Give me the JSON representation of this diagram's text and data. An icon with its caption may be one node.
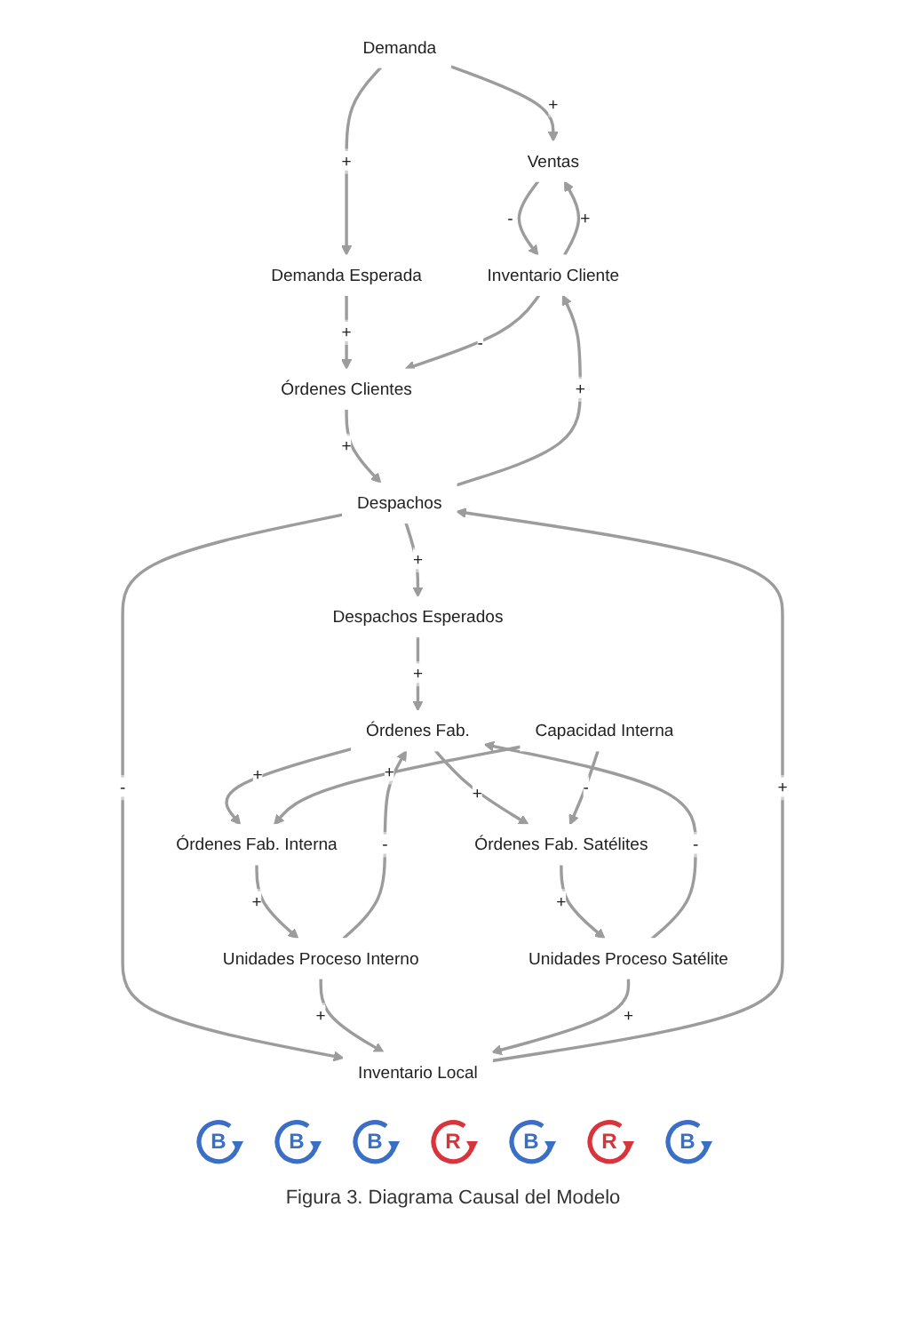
{
  "diagram": {
    "caption": "Figura 3. Diagrama Causal del Modelo",
    "nodes": [
      {
        "text": [
          "Demanda"
        ]
      },
      {
        "text": [
          "Demanda Esperada"
        ]
      },
      {
        "text": [
          "Ventas"
        ]
      },
      {
        "text": [
          "Inventario Cliente"
        ]
      },
      {
        "text": [
          "Órdenes Clientes"
        ]
      },
      {
        "text": [
          "Despachos"
        ]
      },
      {
        "text": [
          "Despachos Esperados"
        ]
      },
      {
        "text": [
          "Inventario Local"
        ]
      },
      {
        "text": [
          "Unidades Proceso Interno"
        ]
      },
      {
        "text": [
          "Órdenes Fab."
        ]
      },
      {
        "text": [
          "Órdenes Fab. Interna"
        ]
      },
      {
        "text": [
          "Órdenes Fab. Satélites"
        ]
      },
      {
        "text": [
          "Capacidad Interna"
        ]
      },
      {
        "text": [
          "Unidades Proceso Satélite"
        ]
      }
    ],
    "edges": [
      {
        "from": 0,
        "to": 2,
        "arrow": "to",
        "label": "+"
      },
      {
        "from": 0,
        "to": 1,
        "arrow": "to",
        "label": "+"
      },
      {
        "from": 1,
        "to": 4,
        "arrow": "to",
        "label": "+"
      },
      {
        "from": 3,
        "to": 2,
        "arrow": "to",
        "label": "+"
      },
      {
        "from": 2,
        "to": 3,
        "arrow": "to",
        "label": "-"
      },
      {
        "from": 3,
        "to": 4,
        "arrow": "to",
        "label": "-"
      },
      {
        "from": 4,
        "to": 5,
        "arrow": "to",
        "label": "+"
      },
      {
        "from": 5,
        "to": 3,
        "arrow": "to",
        "label": "+"
      },
      {
        "from": 5,
        "to": 6,
        "arrow": "to",
        "label": "+"
      },
      {
        "from": 5,
        "to": 7,
        "arrow": "to",
        "label": "-"
      },
      {
        "from": 7,
        "to": 5,
        "arrow": "to",
        "label": "+"
      },
      {
        "from": 6,
        "to": 9,
        "arrow": "to",
        "label": "+"
      },
      {
        "from": 8,
        "to": 9,
        "arrow": "to",
        "label": "-"
      },
      {
        "from": 8,
        "to": 7,
        "arrow": "to",
        "label": "+"
      },
      {
        "from": 9,
        "to": 10,
        "arrow": "to",
        "label": "+"
      },
      {
        "from": 10,
        "to": 8,
        "arrow": "to",
        "label": "+"
      },
      {
        "from": 12,
        "to": 10,
        "arrow": "to",
        "label": "+"
      },
      {
        "from": 9,
        "to": 11,
        "arrow": "to",
        "label": "+"
      },
      {
        "from": 12,
        "to": 11,
        "arrow": "to",
        "label": "-"
      },
      {
        "from": 11,
        "to": 13,
        "arrow": "to",
        "label": "+"
      },
      {
        "from": 13,
        "to": 7,
        "arrow": "to",
        "label": "+"
      },
      {
        "from": 13,
        "to": 9,
        "arrow": "to",
        "label": "-"
      }
    ],
    "labels": [
      "B",
      "B",
      "B",
      "R",
      "B",
      "R",
      "B"
    ]
  }
}
